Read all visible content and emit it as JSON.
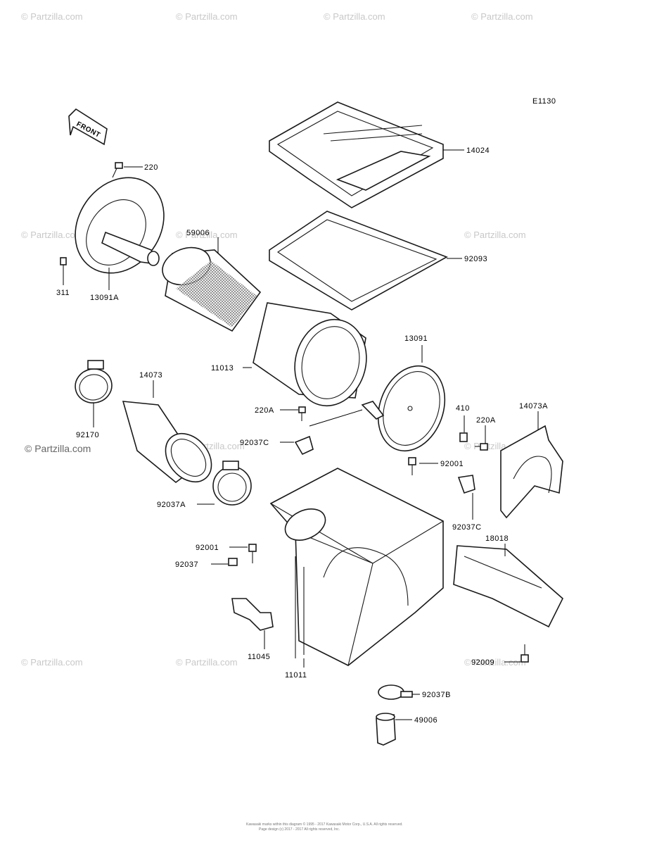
{
  "diagram_code": "E1130",
  "front_label": "FRONT",
  "watermark": "© Partzilla.com",
  "footer_lines": [
    "Kawasaki marks within this diagram © 1995 - 2017 Kawasaki Motor Corp., U.S.A. All rights reserved.",
    "Page design (c) 2017 - 2017 All rights reserved, Inc."
  ],
  "part_labels": {
    "p14024": "14024",
    "p220": "220",
    "p59006": "59006",
    "p92093": "92093",
    "p311": "311",
    "p13091A": "13091A",
    "p11013": "11013",
    "p13091": "13091",
    "p14073": "14073",
    "p220A_left": "220A",
    "p410": "410",
    "p220A_right": "220A",
    "p14073A": "14073A",
    "p92170": "92170",
    "p92037C_left": "92037C",
    "p92001_right": "92001",
    "p92037A": "92037A",
    "p92037C_right": "92037C",
    "p18018": "18018",
    "p92001_left": "92001",
    "p92037": "92037",
    "p11045": "11045",
    "p11011": "11011",
    "p92009": "92009",
    "p92037B": "92037B",
    "p49006": "49006"
  }
}
